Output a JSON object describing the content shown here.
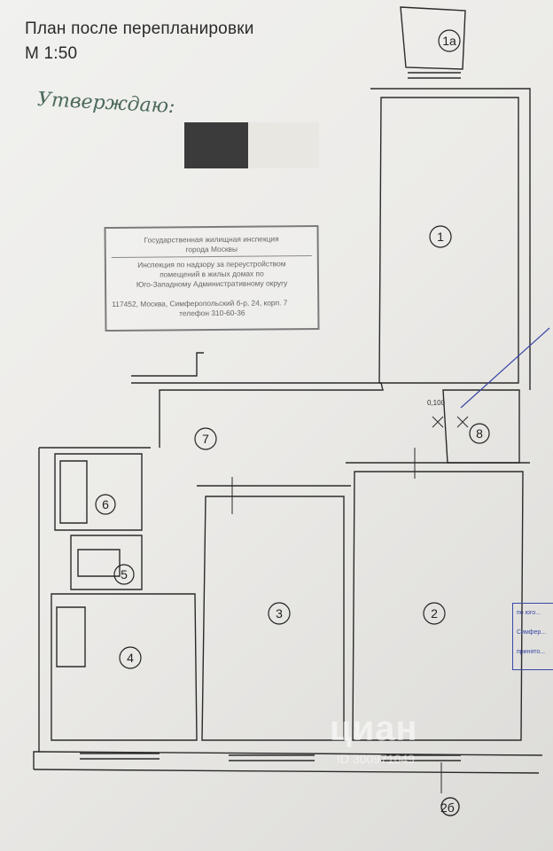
{
  "title": {
    "line1": "План после перепланировки",
    "line2": "М 1:50"
  },
  "approval_note": "Утверждаю:",
  "stamp": {
    "line1": "Государственная жилищная инспекция",
    "line2": "города Москвы",
    "line3": "Инспекция по надзору за переустройством",
    "line4": "помещений в жилых домах по",
    "line5": "Юго-Западному Административному округу",
    "line6": "117452, Москва, Симферопольский б-р, 24, корп. 7",
    "line7": "телефон 310-60-36"
  },
  "rooms": [
    "1a",
    "1",
    "2",
    "3",
    "4",
    "5",
    "6",
    "7",
    "8"
  ],
  "dimension_label": "0,100",
  "axis_label": "2б",
  "watermark": {
    "brand": "циан",
    "id": "ID 300971049"
  },
  "side_box": {
    "line1": "по юго...",
    "line2": "Симфер...",
    "line3": "принято..."
  },
  "colors": {
    "wall": "#2b2b2b",
    "annotation": "#3a48a6",
    "paper": "#efeeeb"
  }
}
